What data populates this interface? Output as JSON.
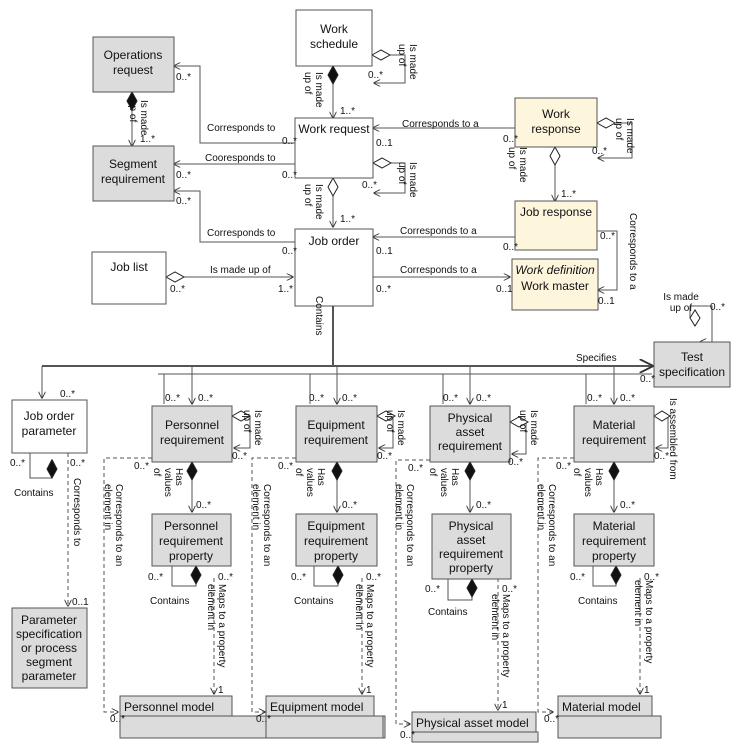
{
  "colors": {
    "gray": "#dcdcdc",
    "yellow": "#fdf5dc",
    "white": "#ffffff",
    "stroke": "#555555"
  },
  "boxes": {
    "work_schedule": [
      "Work",
      "schedule"
    ],
    "operations_request": [
      "Operations",
      "request"
    ],
    "segment_requirement": [
      "Segment",
      "requirement"
    ],
    "work_request": [
      "Work request"
    ],
    "work_response": [
      "Work",
      "response"
    ],
    "job_response": [
      "Job response"
    ],
    "job_order": [
      "Job order"
    ],
    "job_list": [
      "Job list"
    ],
    "work_definition": [
      "Work definition"
    ],
    "work_master": [
      "Work master"
    ],
    "test_specification": [
      "Test",
      "specification"
    ],
    "job_order_parameter": [
      "Job order",
      "parameter"
    ],
    "personnel_requirement": [
      "Personnel",
      "requirement"
    ],
    "equipment_requirement": [
      "Equipment",
      "requirement"
    ],
    "physical_asset_requirement": [
      "Physical",
      "asset",
      "requirement"
    ],
    "material_requirement": [
      "Material",
      "requirement"
    ],
    "personnel_requirement_property": [
      "Personnel",
      "requirement",
      "property"
    ],
    "equipment_requirement_property": [
      "Equipment",
      "requirement",
      "property"
    ],
    "physical_asset_requirement_property": [
      "Physical",
      "asset",
      "requirement",
      "property"
    ],
    "material_requirement_property": [
      "Material",
      "requirement",
      "property"
    ],
    "parameter_specification": [
      "Parameter",
      "specification",
      "or process",
      "segment",
      "parameter"
    ],
    "personnel_model": [
      "Personnel model"
    ],
    "equipment_model": [
      "Equipment model"
    ],
    "physical_asset_model": [
      "Physical asset model"
    ],
    "material_model": [
      "Material model"
    ]
  },
  "labels": {
    "corresponds_to": "Corresponds to",
    "corresponds_to_a": "Corresponds to a",
    "cooresponds_to": "Cooresponds to",
    "is_made_up_of_line": "Is made up of",
    "is_made_up_of_stack": [
      "Is made",
      "up of"
    ],
    "contains": "Contains",
    "specifies": "Specifies",
    "has_values_of": [
      "Has",
      "values",
      "of"
    ],
    "corresponds_to_element": [
      "Corresponds to an",
      "element in"
    ],
    "maps_to_property": [
      "Maps to a property",
      "element in"
    ],
    "is_assembled_from": "Is assembled from",
    "corresponds_to_vertical": "Corresponds to",
    "corresponds_to_a_vertical": "Corresponds to a"
  },
  "multiplicities": {
    "zero_many": "0..*",
    "one_many": "1..*",
    "zero_one": "0..1",
    "one": "1"
  }
}
